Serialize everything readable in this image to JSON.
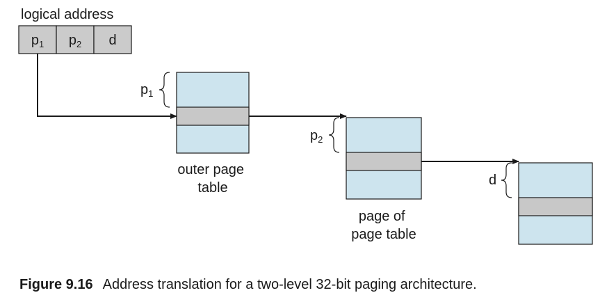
{
  "logical_address": {
    "title": "logical address",
    "fields": [
      {
        "base": "p",
        "sub": "1"
      },
      {
        "base": "p",
        "sub": "2"
      },
      {
        "base": "d",
        "sub": ""
      }
    ]
  },
  "tables": [
    {
      "index_label": {
        "base": "p",
        "sub": "1"
      },
      "caption_lines": [
        "outer page",
        "table"
      ]
    },
    {
      "index_label": {
        "base": "p",
        "sub": "2"
      },
      "caption_lines": [
        "page of",
        "page table"
      ]
    },
    {
      "index_label": {
        "base": "d",
        "sub": ""
      },
      "caption_lines": []
    }
  ],
  "figure": {
    "number": "Figure 9.16",
    "text": "Address translation for a two-level 32-bit paging architecture."
  },
  "colors": {
    "field_fill": "#cbcbcb",
    "table_fill": "#cde4ee",
    "entry_fill": "#c8c8c8",
    "stroke": "#1a1a1a"
  }
}
